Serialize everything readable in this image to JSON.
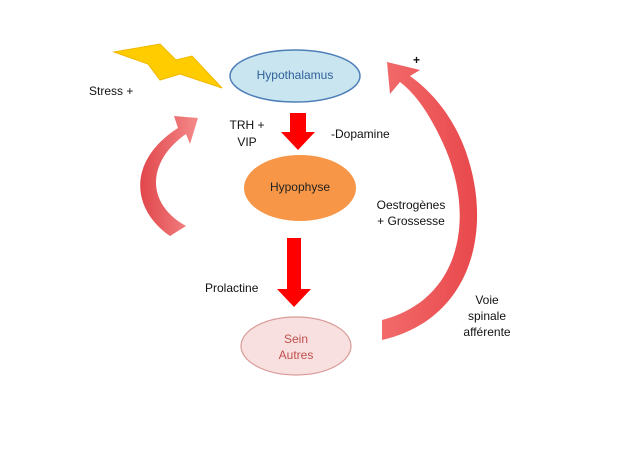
{
  "nodes": {
    "hypothalamus": {
      "label": "Hypothalamus",
      "fill": "#c9e6f0",
      "stroke": "#4f7fb8",
      "text_color": "#2f5f9a"
    },
    "hypophyse": {
      "label": "Hypophyse",
      "fill": "#f79646",
      "text_color": "#222222"
    },
    "sein": {
      "line1": "Sein",
      "line2": "Autres",
      "fill": "#f7e0df",
      "stroke": "#d99a97",
      "text_color": "#c0504d"
    }
  },
  "labels": {
    "stress": "Stress +",
    "trh_line1": "TRH +",
    "trh_line2": "VIP",
    "dopamine": "-Dopamine",
    "oestrogenes_line1": "Oestrogènes",
    "oestrogenes_line2": "+ Grossesse",
    "prolactine": "Prolactine",
    "voie_line1": "Voie",
    "voie_line2": "spinale",
    "voie_line3": "afférente",
    "plus": "+"
  },
  "colors": {
    "arrow_red": "#ff0000",
    "curved_arrow": "#f05a5a",
    "lightning": "#ffcc00"
  },
  "icons": {
    "stress": "lightning-bolt-icon"
  }
}
